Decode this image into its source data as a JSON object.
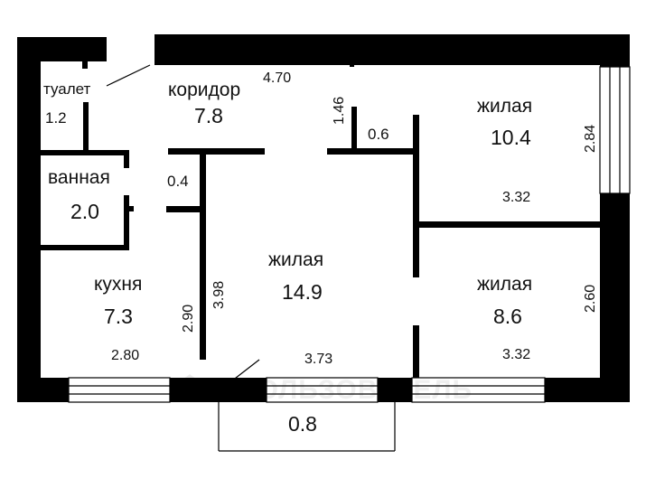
{
  "rooms": {
    "toilet": {
      "name": "туалет",
      "area": "1.2"
    },
    "corridor": {
      "name": "коридор",
      "area": "7.8"
    },
    "bathroom": {
      "name": "ванная",
      "area": "2.0"
    },
    "kitchen": {
      "name": "кухня",
      "area": "7.3"
    },
    "living_center": {
      "name": "жилая",
      "area": "14.9"
    },
    "living_top_right": {
      "name": "жилая",
      "area": "10.4"
    },
    "living_bot_right": {
      "name": "жилая",
      "area": "8.6"
    },
    "balcony": {
      "area": "0.8"
    },
    "closet": {
      "area": "0.6"
    },
    "niche": {
      "area": "0.4"
    }
  },
  "dimensions": {
    "top_wall": "4.70",
    "corridor_wall": "1.46",
    "right_top": "2.84",
    "right_bottom": "2.60",
    "top_right_room_width": "3.32",
    "bot_right_room_width": "3.32",
    "center_room_width": "3.73",
    "kitchen_width": "2.80",
    "kitchen_height": "2.90",
    "center_wall_height": "3.98"
  },
  "watermark": "ПОЛЬЗОВАТЕЛЬ",
  "colors": {
    "wall": "#000000",
    "background": "#ffffff"
  }
}
